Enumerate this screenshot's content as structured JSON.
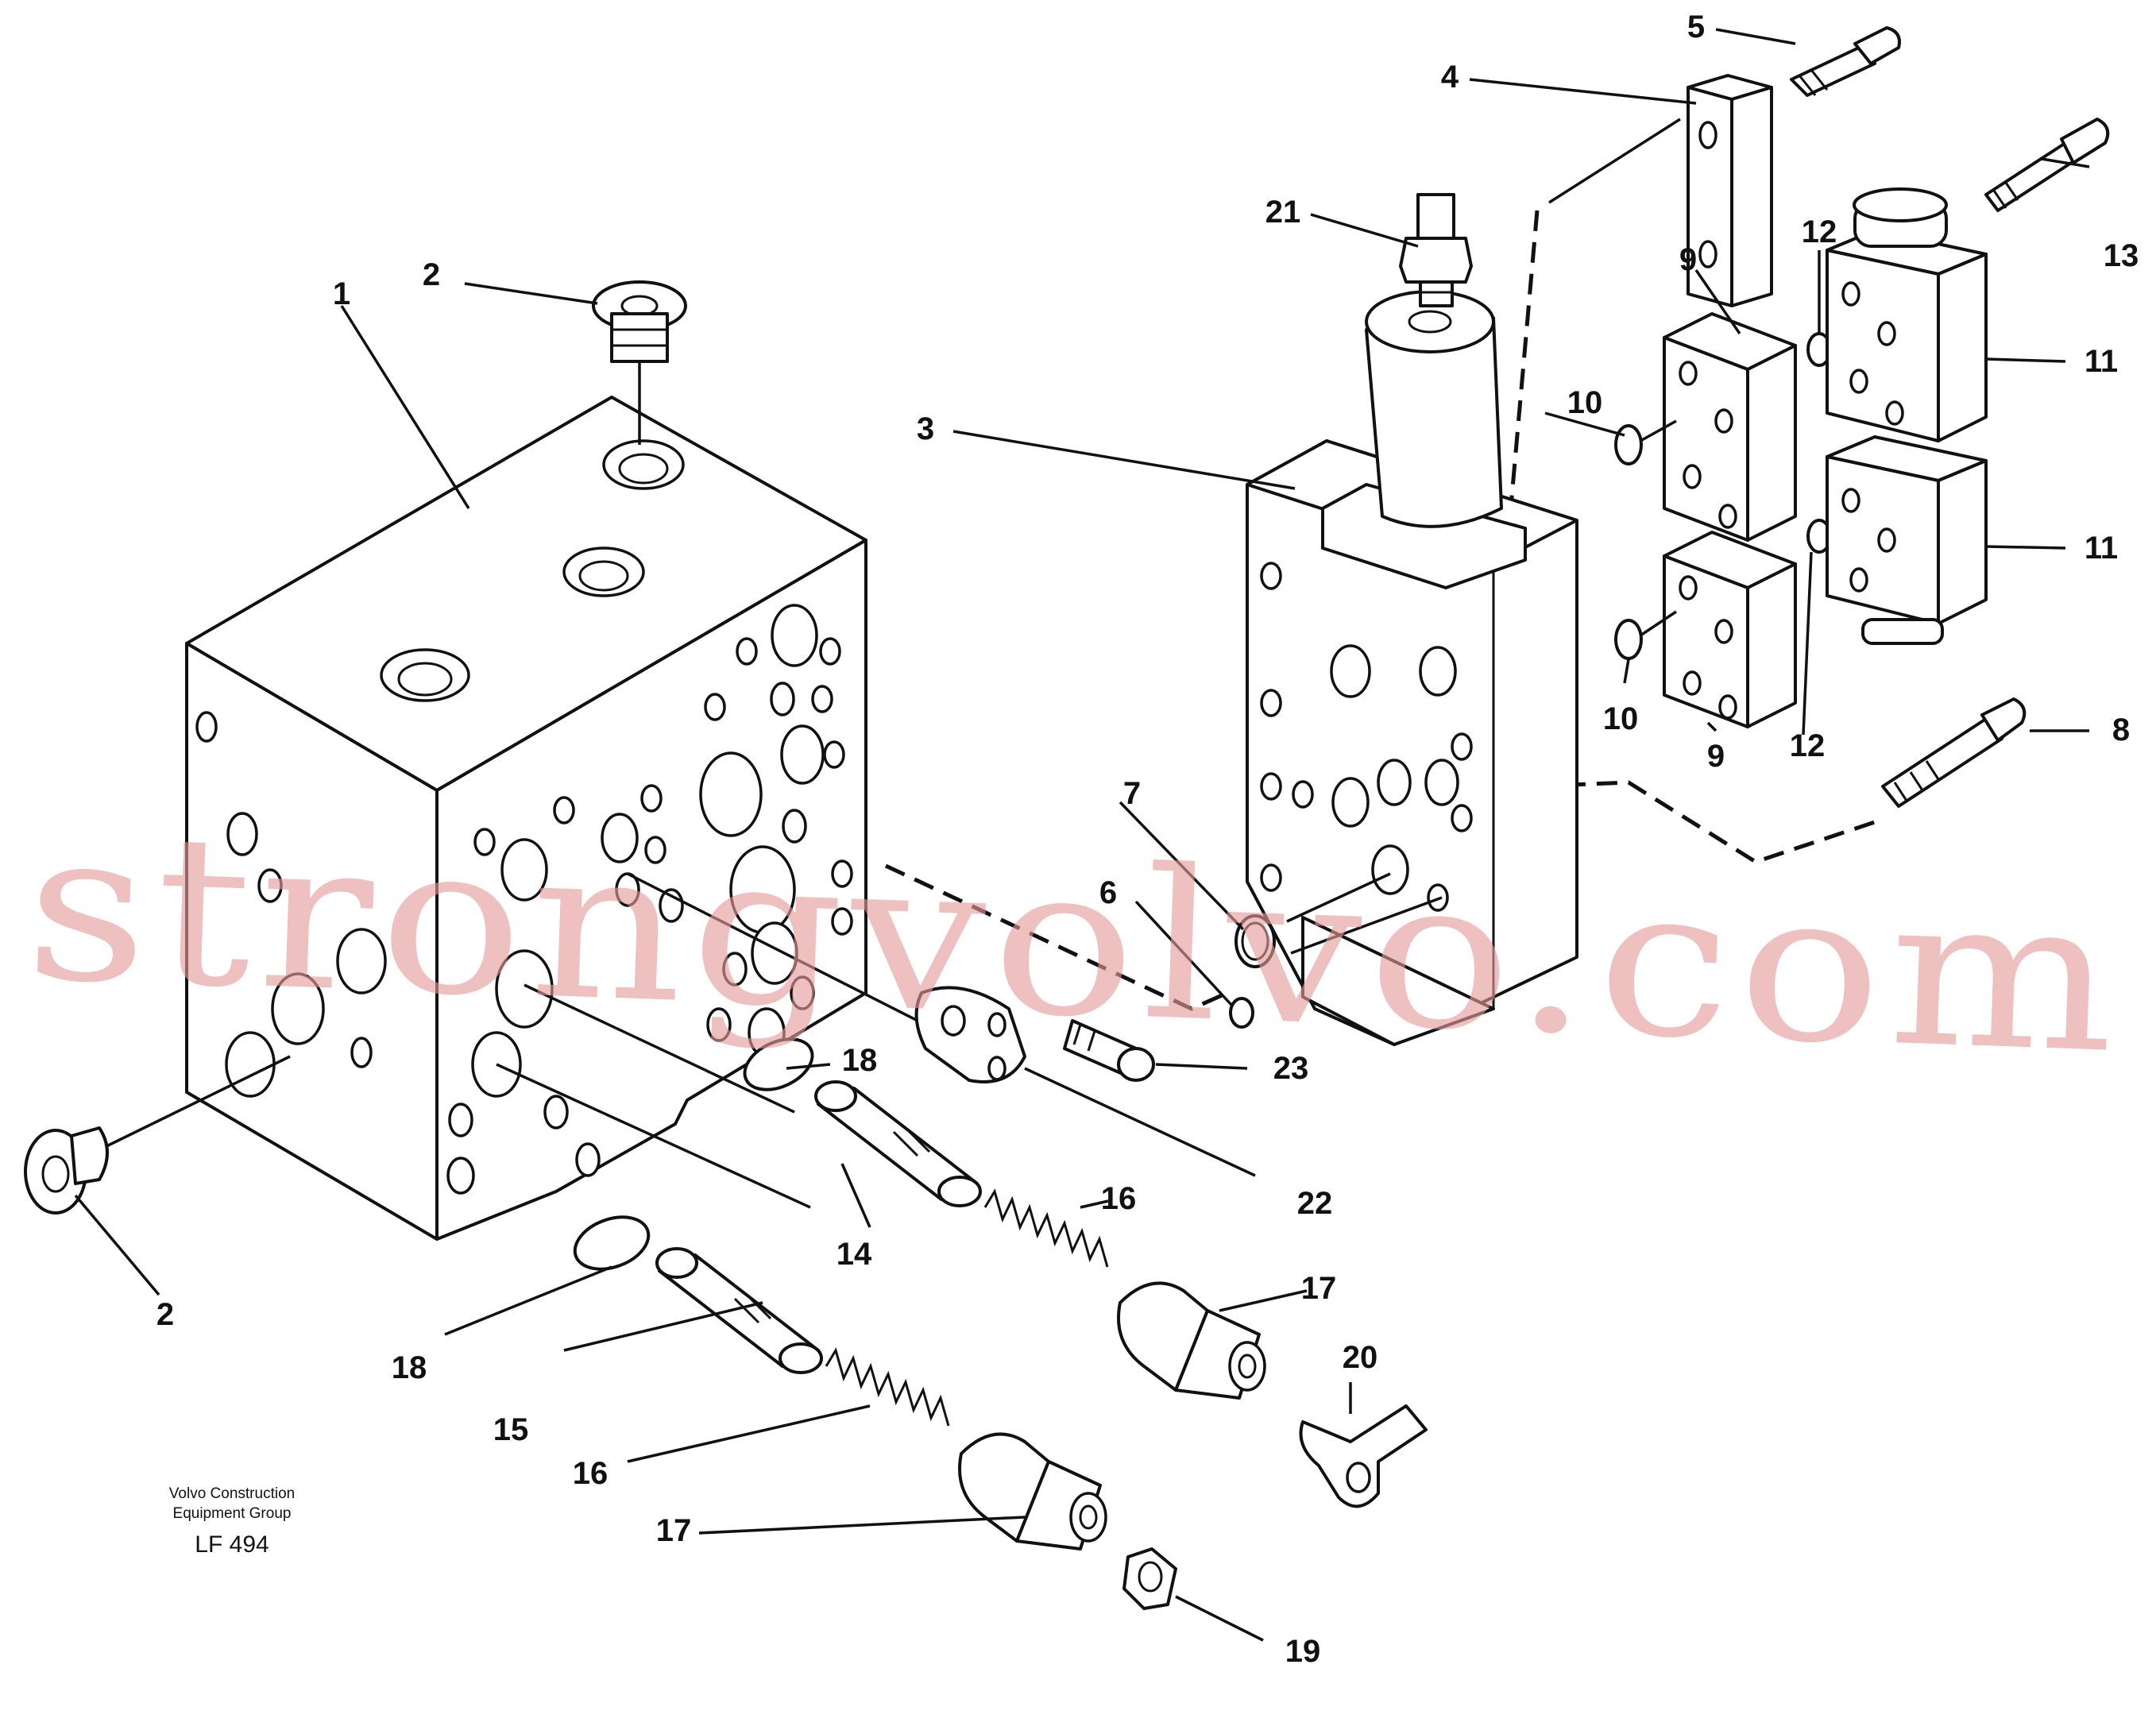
{
  "diagram": {
    "callouts": [
      {
        "id": "1",
        "text": "1"
      },
      {
        "id": "2a",
        "text": "2"
      },
      {
        "id": "2b",
        "text": "2"
      },
      {
        "id": "3",
        "text": "3"
      },
      {
        "id": "4",
        "text": "4"
      },
      {
        "id": "5",
        "text": "5"
      },
      {
        "id": "6",
        "text": "6"
      },
      {
        "id": "7",
        "text": "7"
      },
      {
        "id": "8",
        "text": "8"
      },
      {
        "id": "9a",
        "text": "9"
      },
      {
        "id": "9b",
        "text": "9"
      },
      {
        "id": "10a",
        "text": "10"
      },
      {
        "id": "10b",
        "text": "10"
      },
      {
        "id": "11a",
        "text": "11"
      },
      {
        "id": "11b",
        "text": "11"
      },
      {
        "id": "12a",
        "text": "12"
      },
      {
        "id": "12b",
        "text": "12"
      },
      {
        "id": "13",
        "text": "13"
      },
      {
        "id": "14",
        "text": "14"
      },
      {
        "id": "15",
        "text": "15"
      },
      {
        "id": "16a",
        "text": "16"
      },
      {
        "id": "16b",
        "text": "16"
      },
      {
        "id": "17a",
        "text": "17"
      },
      {
        "id": "17b",
        "text": "17"
      },
      {
        "id": "18a",
        "text": "18"
      },
      {
        "id": "18b",
        "text": "18"
      },
      {
        "id": "19",
        "text": "19"
      },
      {
        "id": "20",
        "text": "20"
      },
      {
        "id": "21",
        "text": "21"
      },
      {
        "id": "22",
        "text": "22"
      },
      {
        "id": "23",
        "text": "23"
      }
    ]
  },
  "credit": {
    "line1": "Volvo Construction",
    "line2": "Equipment Group",
    "code": "LF 494"
  },
  "watermark": {
    "text": "strongvolvo.com",
    "color": "#e49b9b"
  }
}
